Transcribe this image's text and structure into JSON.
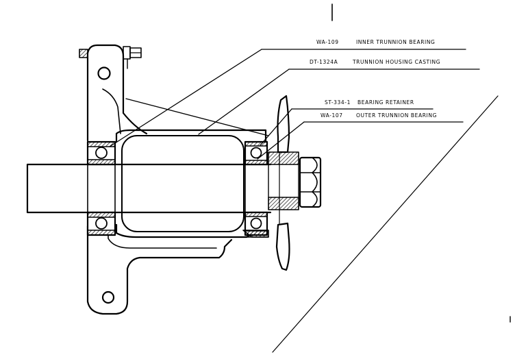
{
  "callouts": [
    {
      "part": "WA-109",
      "desc": "INNER TRUNNION BEARING"
    },
    {
      "part": "DT-1324A",
      "desc": "TRUNNION HOUSING CASTING"
    },
    {
      "part": "ST-334-1",
      "desc": "BEARING RETAINER"
    },
    {
      "part": "WA-107",
      "desc": "OUTER TRUNNION BEARING"
    }
  ],
  "colors": {
    "ink": "#000000",
    "paper": "#ffffff"
  }
}
